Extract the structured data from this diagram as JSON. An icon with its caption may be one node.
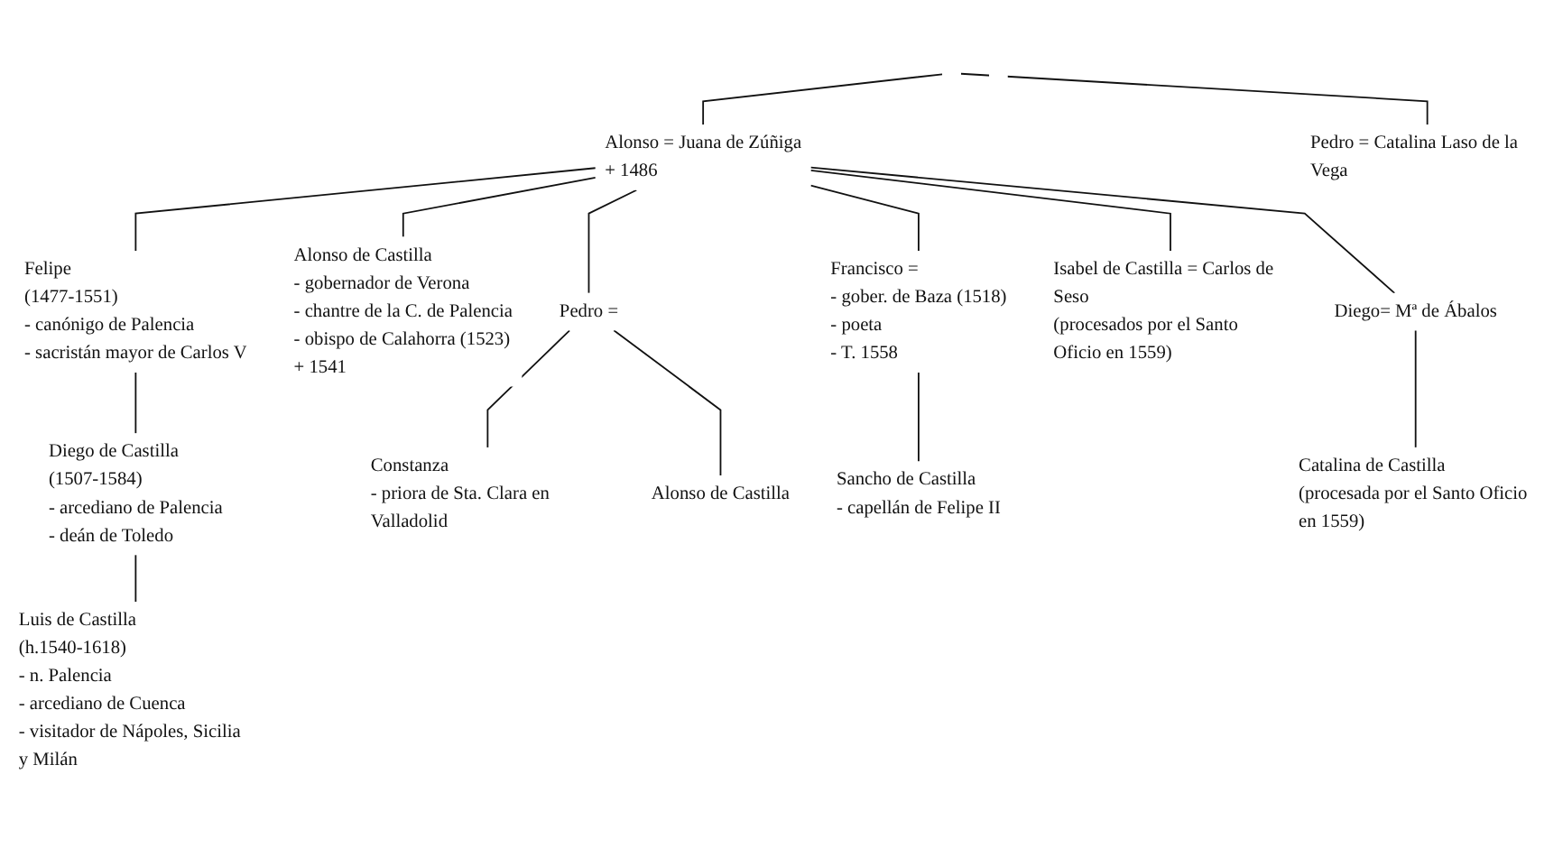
{
  "diagram": {
    "nodes": [
      {
        "text": [
          "Alonso = Juana de Zúñiga",
          "+ 1486"
        ]
      },
      {
        "text": [
          "Pedro = Catalina Laso de la Vega"
        ]
      },
      {
        "text": [
          "Felipe",
          "(1477-1551)",
          "- canónigo de Palencia",
          "- sacristán mayor de Carlos V"
        ]
      },
      {
        "text": [
          "Alonso de Castilla",
          "- gobernador de Verona",
          "- chantre de la C. de Palencia",
          "- obispo de Calahorra (1523)",
          "+ 1541"
        ]
      },
      {
        "text": [
          "Pedro ="
        ]
      },
      {
        "text": [
          "Francisco =",
          "- gober. de Baza (1518)",
          "- poeta",
          "- T. 1558"
        ]
      },
      {
        "text": [
          "Isabel de Castilla = Carlos de Seso",
          "(procesados por el Santo Oficio en 1559)"
        ]
      },
      {
        "text": [
          "Diego= Mª de Ábalos"
        ]
      },
      {
        "text": [
          "Diego de Castilla",
          "(1507-1584)",
          "- arcediano de Palencia",
          "- deán de Toledo"
        ]
      },
      {
        "text": [
          "Constanza",
          "- priora de Sta. Clara en Valladolid"
        ]
      },
      {
        "text": [
          "Alonso de Castilla"
        ]
      },
      {
        "text": [
          "Sancho de Castilla",
          "- capellán de Felipe II"
        ]
      },
      {
        "text": [
          "Catalina de Castilla",
          "(procesada por el Santo Oficio en 1559)"
        ]
      },
      {
        "text": [
          "Luis de Castilla",
          "(h.1540-1618)",
          "- n. Palencia",
          "- arcediano de Cuenca",
          "- visitador de Nápoles, Sicilia y Milán"
        ]
      }
    ],
    "edges": [
      {
        "from": null,
        "to": 0,
        "arrow": "none"
      },
      {
        "from": null,
        "to": 1,
        "arrow": "none"
      },
      {
        "from": 0,
        "to": 2,
        "arrow": "none"
      },
      {
        "from": 0,
        "to": 3,
        "arrow": "none"
      },
      {
        "from": 0,
        "to": 4,
        "arrow": "none"
      },
      {
        "from": 0,
        "to": 5,
        "arrow": "none"
      },
      {
        "from": 0,
        "to": 6,
        "arrow": "none"
      },
      {
        "from": 0,
        "to": 7,
        "arrow": "none"
      },
      {
        "from": 2,
        "to": 8,
        "arrow": "none"
      },
      {
        "from": 4,
        "to": 9,
        "arrow": "none"
      },
      {
        "from": 4,
        "to": 10,
        "arrow": "none"
      },
      {
        "from": 5,
        "to": 11,
        "arrow": "none"
      },
      {
        "from": 7,
        "to": 12,
        "arrow": "none"
      },
      {
        "from": 8,
        "to": 13,
        "arrow": "none"
      }
    ]
  }
}
